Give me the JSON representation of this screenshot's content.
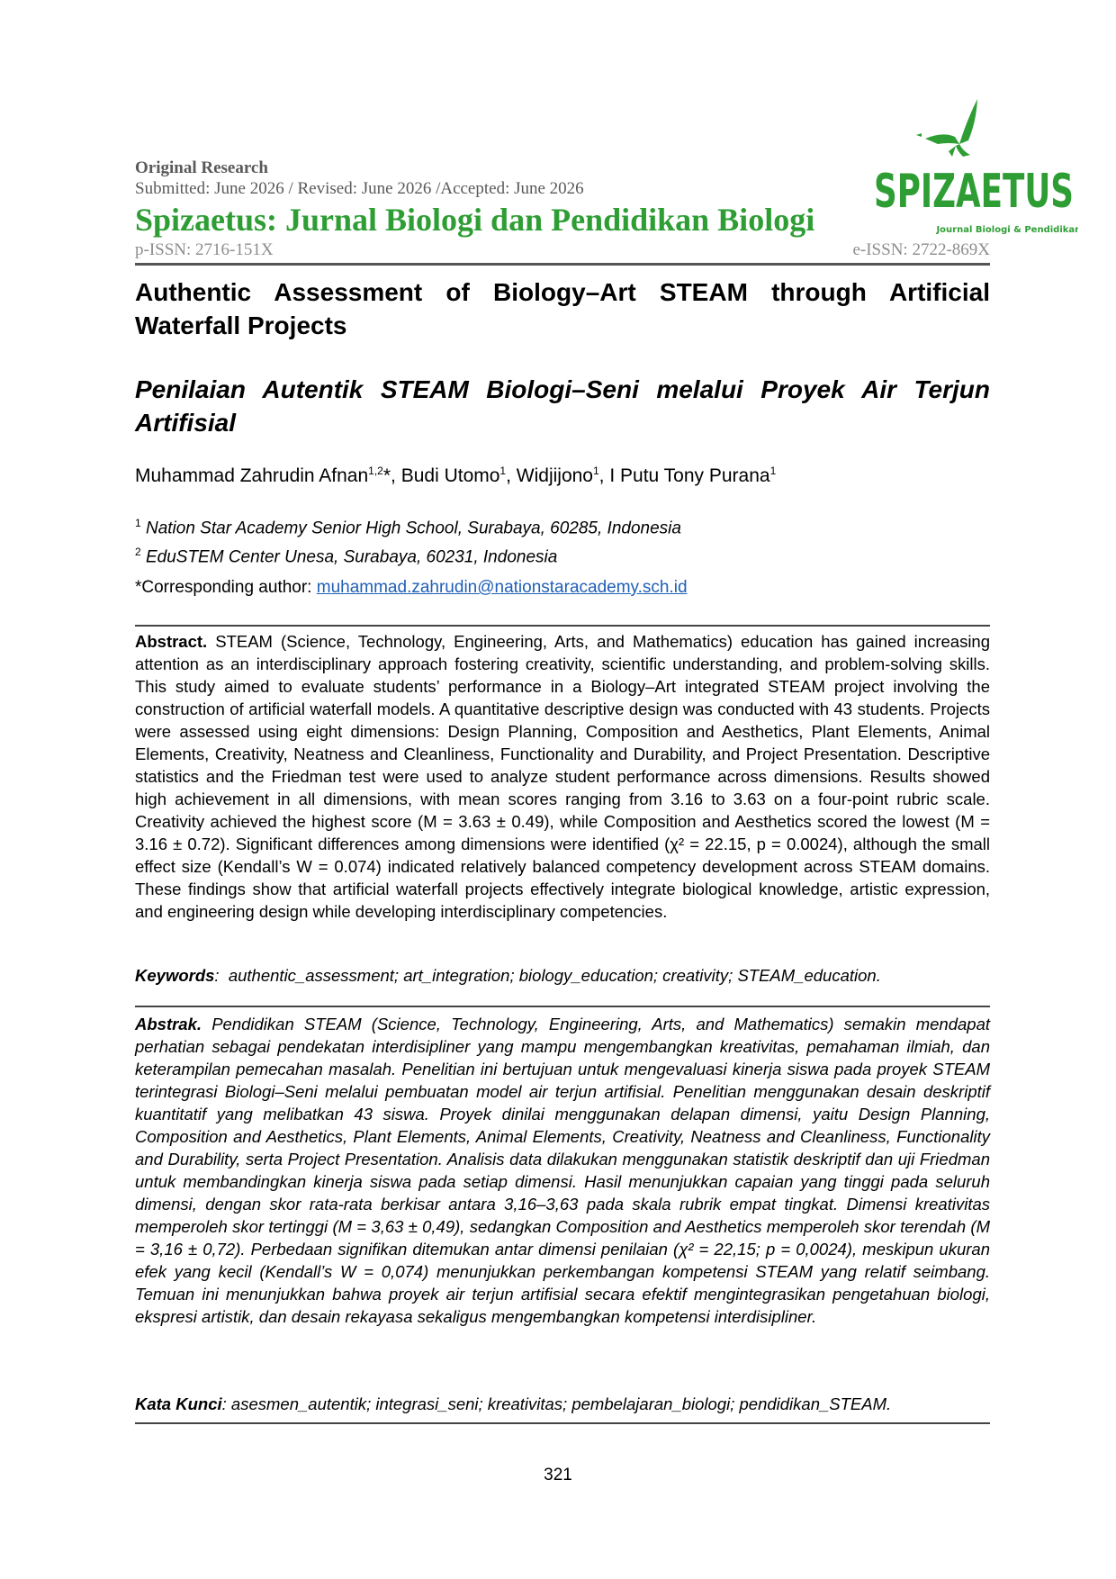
{
  "header": {
    "doc_type": "Original Research",
    "dates": "Submitted: June 2026 / Revised: June 2026 /Accepted: June 2026",
    "journal_title": "Spizaetus: Jurnal Biologi dan Pendidikan Biologi",
    "p_issn": "p-ISSN: 2716-151X",
    "e_issn": "e-ISSN: 2722-869X"
  },
  "logo": {
    "wordmark": "SPIZAETUS",
    "tagline": "Journal Biologi & Pendidikan Biologi",
    "brand_color": "#2e9e34",
    "icon": "eagle-icon"
  },
  "article": {
    "title_en": "Authentic Assessment of Biology–Art STEAM through Artificial Waterfall Projects",
    "title_id": "Penilaian Autentik STEAM Biologi–Seni melalui Proyek Air Terjun Artifisial",
    "authors": [
      {
        "name": "Muhammad Zahrudin Afnan",
        "sup": "1,2",
        "mark": "*",
        "sep": ", "
      },
      {
        "name": "Budi Utomo",
        "sup": "1",
        "mark": "",
        "sep": ", "
      },
      {
        "name": "Widjijono",
        "sup": "1",
        "mark": "",
        "sep": ", "
      },
      {
        "name": "I Putu Tony Purana",
        "sup": "1",
        "mark": "",
        "sep": ""
      }
    ],
    "affiliations": [
      {
        "num": "1",
        "text": "Nation Star Academy Senior High School, Surabaya, 60285, Indonesia"
      },
      {
        "num": "2",
        "text": "EduSTEM Center Unesa, Surabaya, 60231, Indonesia"
      }
    ],
    "corresponding_label": "*Corresponding author:",
    "corresponding_email": "muhammad.zahrudin@nationstaracademy.sch.id"
  },
  "abstract_en": {
    "label": "Abstract.",
    "text": "STEAM (Science, Technology, Engineering, Arts, and Mathematics) education has gained increasing attention as an interdisciplinary approach fostering creativity, scientific understanding, and problem-solving skills. This study aimed to evaluate students’ performance in a Biology–Art integrated STEAM project involving the construction of artificial waterfall models. A quantitative descriptive design was conducted with 43 students. Projects were assessed using eight dimensions: Design Planning, Composition and Aesthetics, Plant Elements, Animal Elements, Creativity, Neatness and Cleanliness, Functionality and Durability, and Project Presentation. Descriptive statistics and the Friedman test were used to analyze student performance across dimensions. Results showed high achievement in all dimensions, with mean scores ranging from 3.16 to 3.63 on a four-point rubric scale. Creativity achieved the highest score (M = 3.63 ± 0.49), while Composition and Aesthetics scored the lowest (M = 3.16 ± 0.72). Significant differences among dimensions were identified (χ² = 22.15, p = 0.0024), although the small effect size (Kendall’s W = 0.074) indicated relatively balanced competency development across STEAM domains. These findings show that artificial waterfall projects effectively integrate biological knowledge, artistic expression, and engineering design while developing interdisciplinary competencies.",
    "keywords_label": "Keywords",
    "keywords": "authentic_assessment; art_integration; biology_education; creativity; STEAM_education."
  },
  "abstract_id": {
    "label": "Abstrak.",
    "text": "Pendidikan STEAM (Science, Technology, Engineering, Arts, and Mathematics) semakin mendapat perhatian sebagai pendekatan interdisipliner yang mampu mengembangkan kreativitas, pemahaman ilmiah, dan keterampilan pemecahan masalah. Penelitian ini bertujuan untuk mengevaluasi kinerja siswa pada proyek STEAM terintegrasi Biologi–Seni melalui pembuatan model air terjun artifisial. Penelitian menggunakan desain deskriptif kuantitatif yang melibatkan 43 siswa. Proyek dinilai menggunakan delapan dimensi, yaitu Design Planning, Composition and Aesthetics, Plant Elements, Animal Elements, Creativity, Neatness and Cleanliness, Functionality and Durability, serta Project Presentation. Analisis data dilakukan menggunakan statistik deskriptif dan uji Friedman untuk membandingkan kinerja siswa pada setiap dimensi. Hasil menunjukkan capaian yang tinggi pada seluruh dimensi, dengan skor rata-rata berkisar antara 3,16–3,63 pada skala rubrik empat tingkat. Dimensi kreativitas memperoleh skor tertinggi (M = 3,63 ± 0,49), sedangkan Composition and Aesthetics memperoleh skor terendah (M = 3,16 ± 0,72). Perbedaan signifikan ditemukan antar dimensi penilaian (χ² = 22,15; p = 0,0024), meskipun ukuran efek yang kecil (Kendall’s W = 0,074) menunjukkan perkembangan kompetensi STEAM yang relatif seimbang. Temuan ini menunjukkan bahwa proyek air terjun artifisial secara efektif mengintegrasikan pengetahuan biologi, ekspresi artistik, dan desain rekayasa sekaligus mengembangkan kompetensi interdisipliner.",
    "keywords_label": "Kata Kunci",
    "keywords": "asesmen_autentik; integrasi_seni; kreativitas; pembelajaran_biologi; pendidikan_STEAM."
  },
  "page_number": "321"
}
